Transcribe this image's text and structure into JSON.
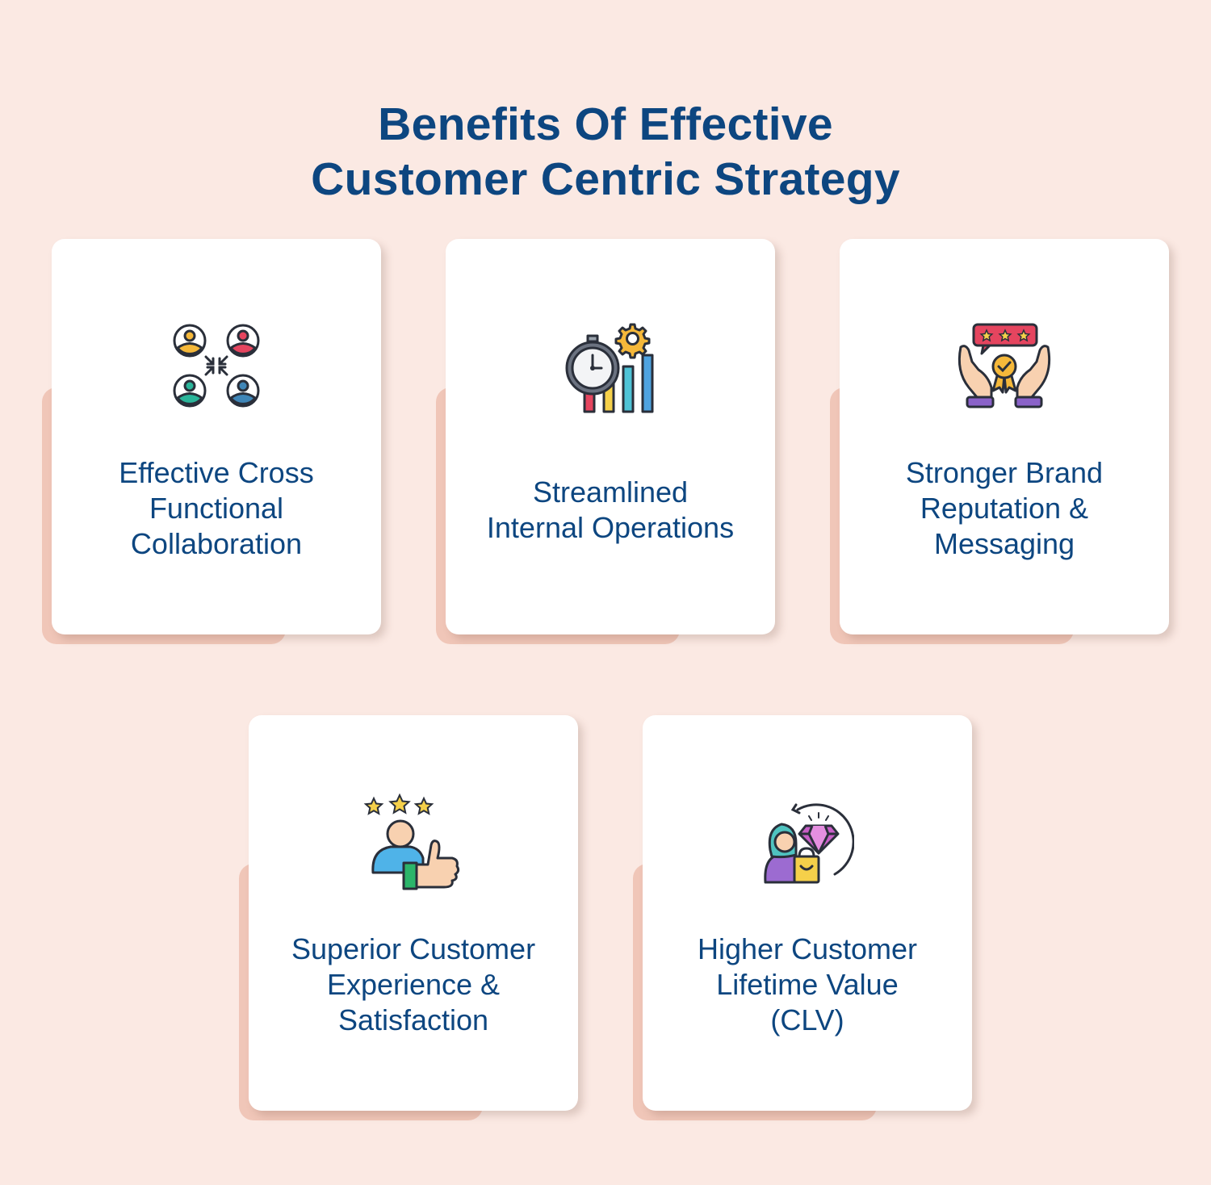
{
  "title": {
    "line1": "Benefits Of Effective",
    "line2": "Customer Centric Strategy"
  },
  "cards": [
    {
      "icon": "team-collaboration-icon",
      "lines": [
        "Effective Cross",
        "Functional",
        "Collaboration"
      ]
    },
    {
      "icon": "stopwatch-growth-chart-icon",
      "lines": [
        "Streamlined",
        "Internal Operations"
      ]
    },
    {
      "icon": "hands-rating-badge-icon",
      "lines": [
        "Stronger Brand",
        "Reputation &",
        "Messaging"
      ]
    },
    {
      "icon": "customer-thumbs-up-stars-icon",
      "lines": [
        "Superior Customer",
        "Experience &",
        "Satisfaction"
      ]
    },
    {
      "icon": "customer-diamond-value-icon",
      "lines": [
        "Higher Customer",
        "Lifetime Value",
        "(CLV)"
      ]
    }
  ],
  "colors": {
    "background": "#fbe9e3",
    "card": "#ffffff",
    "card_shadow": "#f0c6b8",
    "text": "#0d4680"
  }
}
